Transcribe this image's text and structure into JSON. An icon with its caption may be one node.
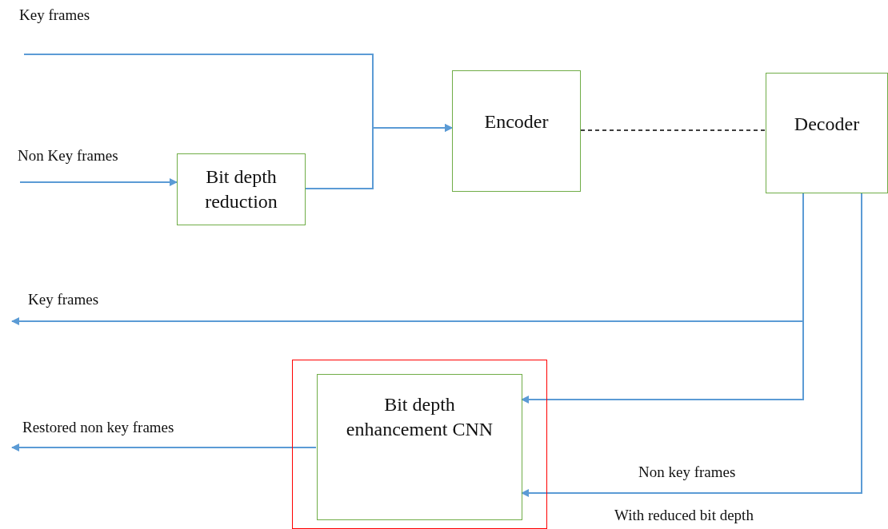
{
  "diagram": {
    "nodes": [
      {
        "text": [
          "Bit depth reduction"
        ]
      },
      {
        "text": [
          "Encoder"
        ]
      },
      {
        "text": [
          "Decoder"
        ]
      },
      {
        "text": [],
        "shape": "box"
      },
      {
        "text": [
          "Bit depth enhancement CNN"
        ],
        "in": 3
      }
    ],
    "edges": [
      {
        "from": null,
        "to": 1,
        "arrow": "to",
        "label": "Key frames"
      },
      {
        "from": null,
        "to": 0,
        "arrow": "to",
        "label": "Non Key frames"
      },
      {
        "from": 0,
        "to": 1,
        "arrow": "to"
      },
      {
        "from": 1,
        "to": 2,
        "arrow": "none",
        "style": "dashed",
        "color": "#000000"
      },
      {
        "from": 2,
        "to": null,
        "arrow": "to",
        "label": "Key frames"
      },
      {
        "from": 2,
        "to": 4,
        "arrow": "to"
      },
      {
        "from": 2,
        "to": 4,
        "arrow": "to",
        "label": "Non key frames"
      },
      {
        "from": 4,
        "to": null,
        "arrow": "to",
        "label": "Restored non key frames"
      }
    ],
    "labels": [
      "With reduced bit depth"
    ]
  }
}
